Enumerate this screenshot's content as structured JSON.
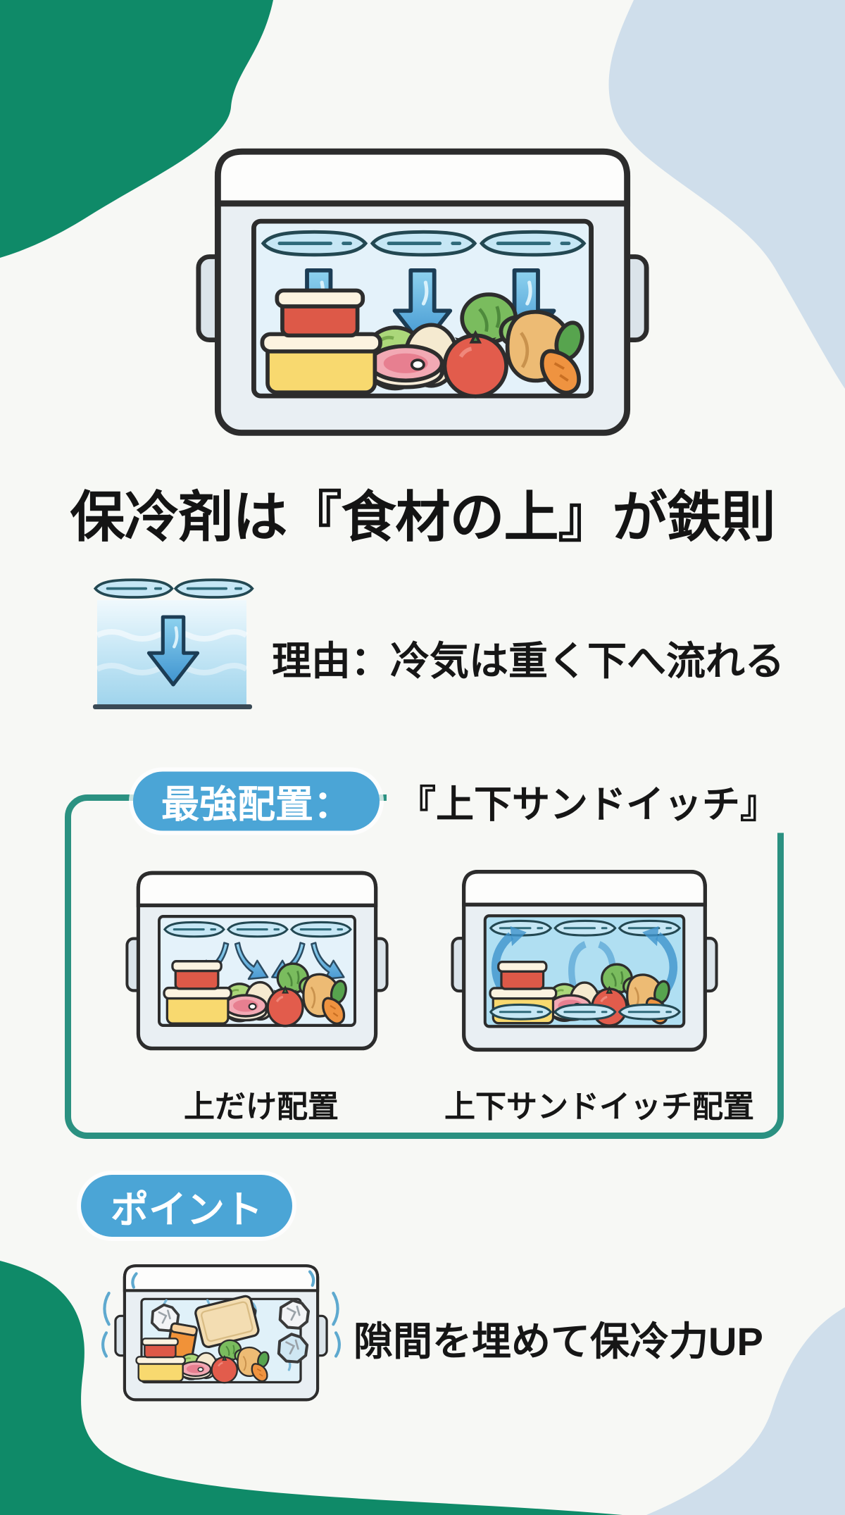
{
  "title": "保冷剤は『食材の上』が鉄則",
  "reason": {
    "label": "理由：冷気は重く下へ流れる"
  },
  "best_layout": {
    "badge": "最強配置：",
    "heading": "『上下サンドイッチ』",
    "items": [
      {
        "caption": "上だけ配置"
      },
      {
        "caption": "上下サンドイッチ配置"
      }
    ]
  },
  "point": {
    "badge": "ポイント",
    "label": "隙間を埋めて保冷力UP"
  },
  "icons": {
    "hero": "cooler-box-with-ice-packs-on-top-and-down-arrows",
    "reason": "ice-packs-cold-air-sinking-arrow",
    "top_only": "cooler-ice-packs-top-only",
    "sandwich": "cooler-ice-packs-top-and-bottom-circulation",
    "gap_fill": "cooler-stuffed-with-crumpled-paper"
  },
  "colors": {
    "background": "#f7f8f5",
    "blob_green": "#0f8a68",
    "blob_blue": "#cfdeeb",
    "panel_border": "#2b9181",
    "badge_blue": "#4ba5d6",
    "arrow_blue": "#3e93cf",
    "text": "#161616"
  }
}
